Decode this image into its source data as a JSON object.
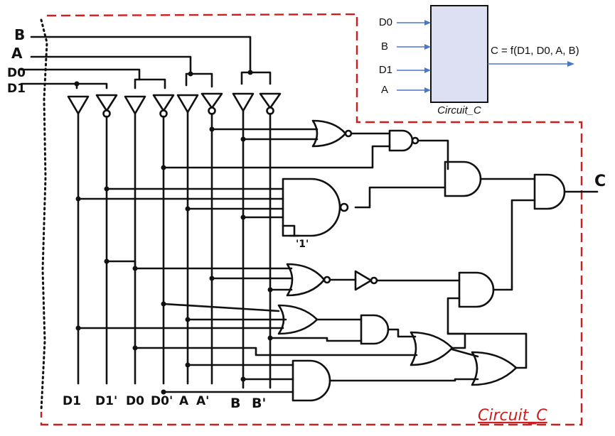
{
  "block": {
    "inputs": [
      "D0",
      "B",
      "D1",
      "A"
    ],
    "output": "C = f(D1, D0, A, B)",
    "name": "Circuit_C"
  },
  "schematic": {
    "inputs": [
      "B",
      "A",
      "D0",
      "D1"
    ],
    "rails": [
      "D1",
      "D1'",
      "D0",
      "D0'",
      "A",
      "A'",
      "B",
      "B'"
    ],
    "constant": "'1'",
    "output": "C",
    "name": "Circuit_C"
  },
  "colors": {
    "dashed_border": "#cc1f1f",
    "block_fill": "#dde0f3",
    "block_arrows": "#4a78c8"
  }
}
